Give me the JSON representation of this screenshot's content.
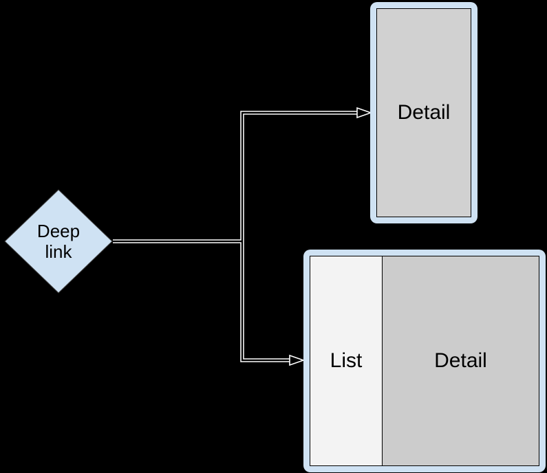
{
  "colors": {
    "background": "#000000",
    "node_blue": "#cfe2f3",
    "detail_pane_gray": "#cccccc",
    "detail_screen_gray": "#d1d1d1",
    "list_pane_gray": "#f3f3f3",
    "pane_border": "#000000",
    "connector_casing": "#ffffff",
    "connector_core": "#000000",
    "label_text": "#000000"
  },
  "nodes": {
    "deep_link": {
      "shape": "diamond",
      "label": "Deep link"
    },
    "detail_screen": {
      "label": "Detail"
    },
    "list_detail_screen": {
      "list_label": "List",
      "detail_label": "Detail"
    }
  },
  "connectors": [
    {
      "name": "deep-link-to-detail-screen",
      "from": "Deep link",
      "to": "Detail"
    },
    {
      "name": "deep-link-to-list-detail-screen",
      "from": "Deep link",
      "to": "List / Detail"
    }
  ]
}
